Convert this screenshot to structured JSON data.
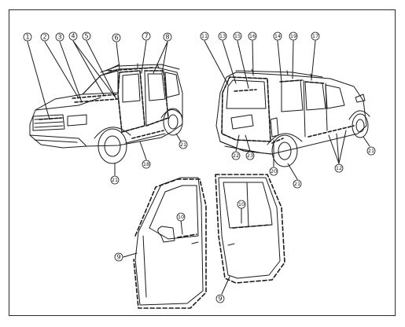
{
  "figure": {
    "callouts": [
      {
        "id": "c1",
        "text": "①"
      },
      {
        "id": "c2",
        "text": "②"
      },
      {
        "id": "c3",
        "text": "③"
      },
      {
        "id": "c4",
        "text": "④"
      },
      {
        "id": "c5",
        "text": "⑤"
      },
      {
        "id": "c6",
        "text": "⑥"
      },
      {
        "id": "c7",
        "text": "⑦"
      },
      {
        "id": "c8",
        "text": "⑧"
      },
      {
        "id": "c9a",
        "text": "⑨"
      },
      {
        "id": "c9b",
        "text": "⑨"
      },
      {
        "id": "c10a",
        "text": "⑩"
      },
      {
        "id": "c10b",
        "text": "⑩"
      },
      {
        "id": "c11",
        "text": "⑪"
      },
      {
        "id": "c12",
        "text": "⑫"
      },
      {
        "id": "c13",
        "text": "⑬"
      },
      {
        "id": "c14",
        "text": "⑭"
      },
      {
        "id": "c15",
        "text": "⑮"
      },
      {
        "id": "c16",
        "text": "⑯"
      },
      {
        "id": "c17",
        "text": "⑰"
      },
      {
        "id": "c18",
        "text": "⑱"
      },
      {
        "id": "c19",
        "text": "⑲"
      },
      {
        "id": "c20",
        "text": "⑳"
      },
      {
        "id": "c21a",
        "text": "21"
      },
      {
        "id": "c21b",
        "text": "21"
      },
      {
        "id": "c21c",
        "text": "21"
      },
      {
        "id": "c22",
        "text": "22"
      },
      {
        "id": "c23",
        "text": "23"
      }
    ]
  }
}
